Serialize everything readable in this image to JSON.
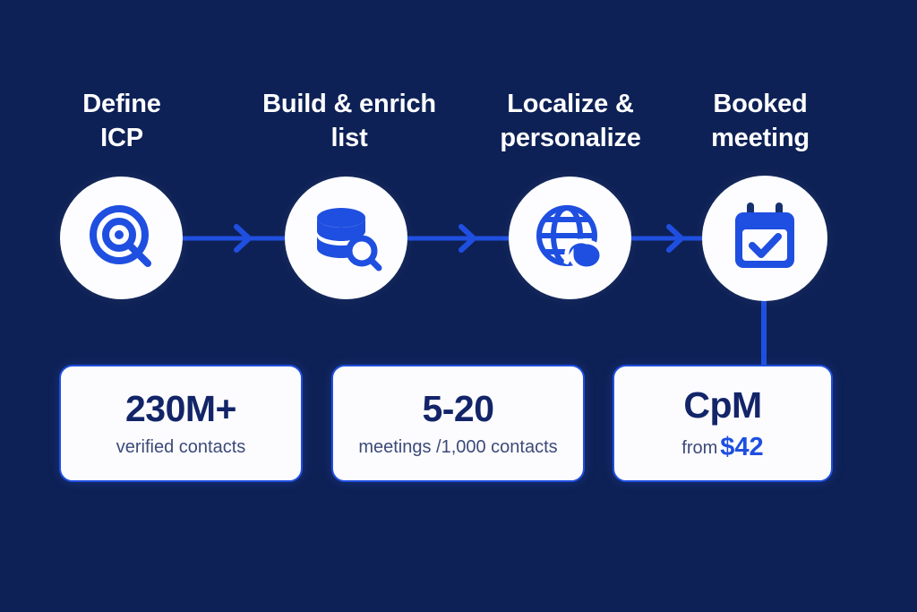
{
  "theme": {
    "background": "#0e2156",
    "accent_blue": "#1f4fe0",
    "circle_fill": "#fdfdff",
    "heading_color": "#ffffff",
    "value_color": "#132568",
    "label_color": "#3c4a78",
    "card_fill": "#fcfcff"
  },
  "flow": {
    "steps": [
      {
        "label": "Define\nICP",
        "icon": "target-search-icon"
      },
      {
        "label": "Build & enrich\nlist",
        "icon": "database-search-icon"
      },
      {
        "label": "Localize &\npersonalize",
        "icon": "globe-chat-icon"
      },
      {
        "label": "Booked\nmeeting",
        "icon": "calendar-check-icon"
      }
    ],
    "connector_icons": [
      "arrow-right-icon",
      "arrow-right-icon",
      "arrow-right-icon"
    ],
    "drop_connector_icon": "vertical-connector-line"
  },
  "stats": [
    {
      "value": "230M+",
      "label": "verified contacts"
    },
    {
      "value": "5-20",
      "label": "meetings /1,000 contacts"
    },
    {
      "value": "CpM",
      "label": "from",
      "accent": "$42"
    }
  ]
}
